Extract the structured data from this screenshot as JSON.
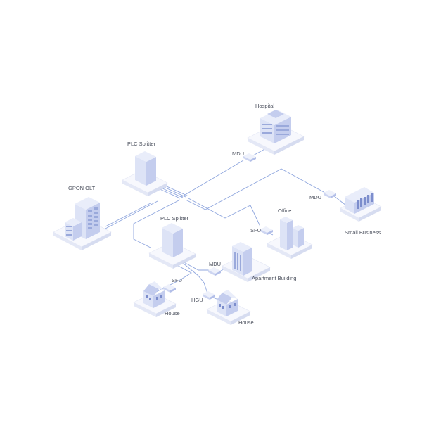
{
  "nodes": {
    "gpon_olt": "GPON OLT",
    "plc_splitter_top": "PLC Splitter",
    "plc_splitter_mid": "PLC Splitter",
    "hospital": "Hospital",
    "small_business": "Small Business",
    "office": "Office",
    "apartment_building": "Apartment Building",
    "house_left": "House",
    "house_right": "House"
  },
  "devices": {
    "mdu_hospital": "MDU",
    "mdu_business": "MDU",
    "sfu_office": "SFU",
    "mdu_apartment": "MDU",
    "sfu_house": "SFU",
    "hgu_house": "HGU"
  },
  "colors": {
    "link": "#8fa6de",
    "building_face_light": "#dde3f6",
    "building_face_dark": "#c4cdee",
    "window": "#9aa9db",
    "label_text": "#4a4f5c"
  }
}
